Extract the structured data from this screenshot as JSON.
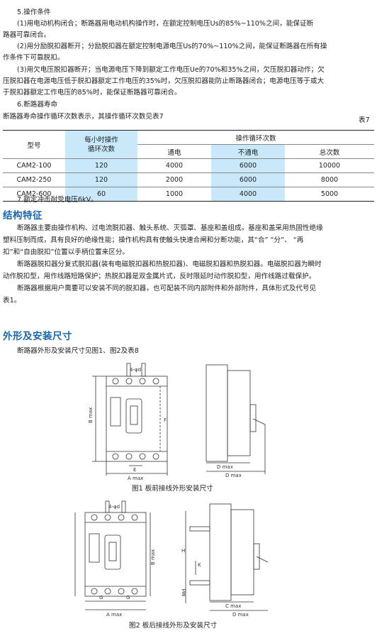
{
  "section5": {
    "title": "5.操作条件",
    "item1_line1": "(1)用电动机构闭合；断路器用电动机构操作时，在额定控制电压Us的85%~110%之间，能保证断",
    "item1_line2": "路器可靠闭合。",
    "item2_line1": "(2)用分励脱扣器断开；分励脱扣器在额定控制电源电压Us的70%~110%之间，能保证断路器在所有操",
    "item2_line2": "作条件下可靠脱扣。",
    "item3_line1": "(3)用欠电压脱扣器断开；当电源电压下降到额定工作电压Ue的70%和35%之间，欠压脱扣器动作；欠",
    "item3_line2": "压脱扣器在电源电压低于脱扣器额定工作电压的35%时，欠压脱扣器能防止断路器闭合；电源电压等于或大",
    "item3_line3": "于脱扣器额定工作电压的85%时，能保证断路器可靠闭合。"
  },
  "section6": {
    "title": "6.断路器寿命",
    "intro": "断路器寿命操作循环次数表示，其操作循环次数见表7",
    "table_label": "表7"
  },
  "table7": {
    "col_model": "型号",
    "col_per_hour_line1": "每小时操作",
    "col_per_hour_line2": "循环次数",
    "col_cycles": "操作循环次数",
    "col_energized": "通电",
    "col_deenergized": "不通电",
    "col_total": "总次数",
    "rows": [
      {
        "model": "CAM2-100",
        "per_hour": "120",
        "energized": "4000",
        "deenergized": "6000",
        "total": "10000"
      },
      {
        "model": "CAM2-250",
        "per_hour": "120",
        "energized": "2000",
        "deenergized": "6000",
        "total": "8000"
      },
      {
        "model": "CAM2-600",
        "per_hour": "60",
        "energized": "1000",
        "deenergized": "4000",
        "total": "5000"
      }
    ]
  },
  "section7": {
    "text": "7.额定冲击耐受电压6kV。"
  },
  "structure": {
    "heading": "结构特征",
    "para1_line1": "断路器主要由操作机构、过电流脱扣器、触头系统、灭弧罩、基座和盖组成。基座和盖采用热固性绝缘",
    "para1_line2": "塑料压制而成，具有良好的绝缘性能；操作机构具有使触头快速合闸和分断功能，其“合” “分”、 “再",
    "para1_line3": "扣”和“自由脱扣”位置以手柄位置来区分。",
    "para2_line1": "断路器脱扣器分复式脱扣器(装有电磁脱扣器和热脱扣器)、电磁脱扣器和热脱扣器。电磁脱扣器为瞬时",
    "para2_line2": "动作脱扣型，用作线路短路保护；热脱扣器是双金属片式，反时限延时动作脱扣型，用作线路过载保护。",
    "para3_line1": "断路器根据用户需要可以安装不同的脱扣器，也可配装不同内部附件和外部附件，具体形式及代号见",
    "para3_line2": "表1。"
  },
  "dimensions": {
    "heading": "外形及安装尺寸",
    "intro": "断路器外形及安装尺寸见图1、图2及表8",
    "fig1_caption": "图1 板前接线外形安装尺寸",
    "fig2_caption": "图2 板后接线外形及安装尺寸",
    "fig1_labels": {
      "holes": "4-φd",
      "b_max": "B max",
      "f": "F",
      "e": "E",
      "a_max": "A max",
      "d_max": "D max",
      "d_max2": "D max"
    },
    "fig2_labels": {
      "holes": "4-φd",
      "b_max": "B max",
      "h": "H",
      "k": "K",
      "md": "Md",
      "g1": "G",
      "g2": "G",
      "a_max": "A max",
      "c_max": "C max",
      "d_max": "D max"
    }
  },
  "colors": {
    "accent": "#1a66ad",
    "highlight": "#c9e9fb"
  }
}
